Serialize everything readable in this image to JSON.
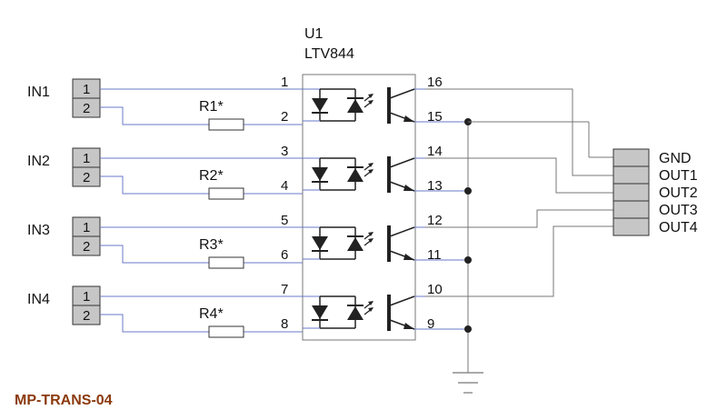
{
  "colors": {
    "wire_blue": "#6a78c8",
    "wire_gray": "#777777",
    "part": "#222222",
    "connector_fill": "#c6c6c6",
    "title": "#8b3a0e"
  },
  "chip": {
    "ref": "U1",
    "part": "LTV844"
  },
  "inputs": [
    {
      "name": "IN1",
      "pin1": "1",
      "pin2": "2",
      "resistor": "R1*",
      "anode_pin": "1",
      "cathode_pin": "2",
      "collector_pin": "16",
      "emitter_pin": "15"
    },
    {
      "name": "IN2",
      "pin1": "1",
      "pin2": "2",
      "resistor": "R2*",
      "anode_pin": "3",
      "cathode_pin": "4",
      "collector_pin": "14",
      "emitter_pin": "13"
    },
    {
      "name": "IN3",
      "pin1": "1",
      "pin2": "2",
      "resistor": "R3*",
      "anode_pin": "5",
      "cathode_pin": "6",
      "collector_pin": "12",
      "emitter_pin": "11"
    },
    {
      "name": "IN4",
      "pin1": "1",
      "pin2": "2",
      "resistor": "R4*",
      "anode_pin": "7",
      "cathode_pin": "8",
      "collector_pin": "10",
      "emitter_pin": "9"
    }
  ],
  "output_connector": [
    "GND",
    "OUT1",
    "OUT2",
    "OUT3",
    "OUT4"
  ],
  "board_title": "MP-TRANS-04"
}
